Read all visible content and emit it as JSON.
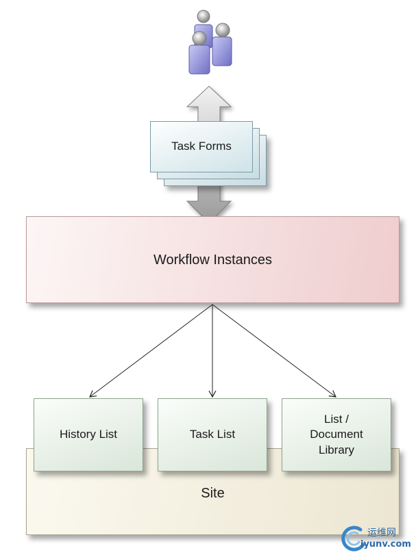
{
  "diagram": {
    "nodes": {
      "task_forms": "Task Forms",
      "workflow_instances": "Workflow Instances",
      "history_list": "History List",
      "task_list": "Task List",
      "document_library": [
        "List /",
        "Document",
        "Library"
      ],
      "site": "Site"
    },
    "edges": [
      {
        "from": "workflow_instances",
        "to": "history_list"
      },
      {
        "from": "workflow_instances",
        "to": "task_list"
      },
      {
        "from": "workflow_instances",
        "to": "document_library"
      }
    ],
    "icons": [
      "users-icon",
      "double-arrow-icon"
    ]
  },
  "watermark": {
    "text_cn": "运维网",
    "url": "iyunv.com"
  },
  "colors": {
    "workflow": "#efcdce",
    "green_box": "#d9e6d9",
    "site": "#ece6d2",
    "task_forms": "#cfe3e8",
    "arrow_gray": "#b5b5b5",
    "people": "#9a9ae6"
  }
}
